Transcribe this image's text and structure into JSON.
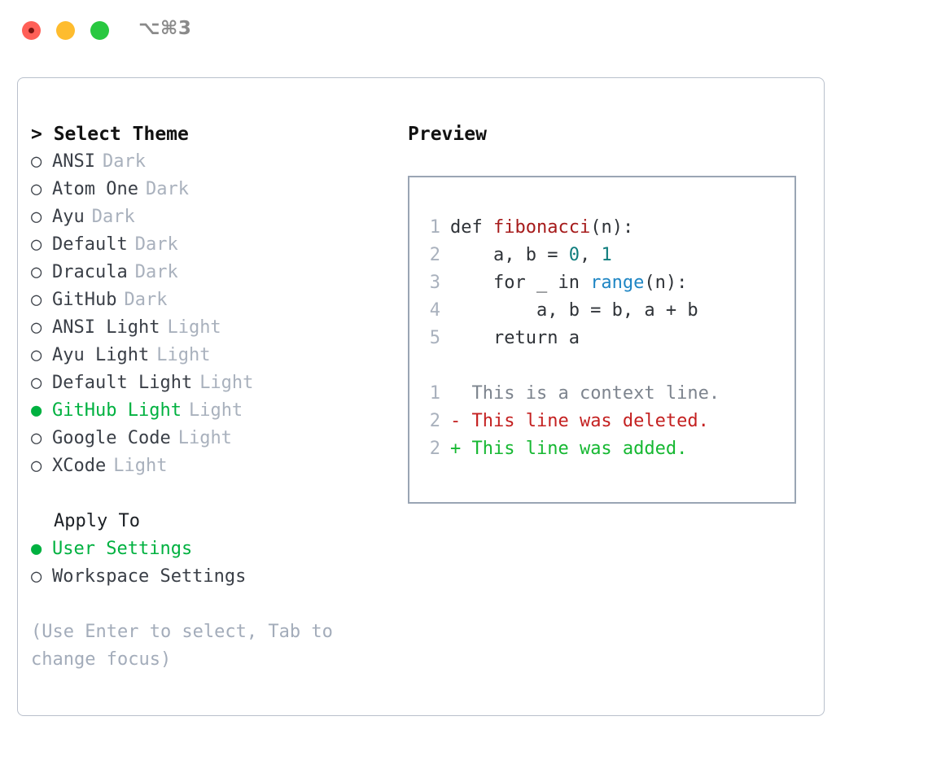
{
  "titlebar": {
    "shortcut": "⌥⌘3",
    "buttons": [
      {
        "name": "close",
        "color": "#ff5f57"
      },
      {
        "name": "minimize",
        "color": "#febc2e"
      },
      {
        "name": "maximize",
        "color": "#28c840"
      }
    ]
  },
  "colors": {
    "selected_green": "#00b140",
    "muted": "#a9b1bd",
    "hint": "#a3acba",
    "panel_border": "#b9c0cc",
    "preview_border": "#9aa5b4",
    "keyword": "#2f3338",
    "function_name": "#a61b1b",
    "number": "#0f7d7d",
    "builtin_call": "#1f86c4",
    "diff_context": "#7d848e",
    "diff_deleted": "#c42121",
    "diff_added": "#16b832"
  },
  "left": {
    "heading": "> Select Theme",
    "selected_marker": "●",
    "unselected_marker": "○",
    "themes": [
      {
        "name": "ANSI",
        "variant": "Dark",
        "selected": false
      },
      {
        "name": "Atom One",
        "variant": "Dark",
        "selected": false
      },
      {
        "name": "Ayu",
        "variant": "Dark",
        "selected": false
      },
      {
        "name": "Default",
        "variant": "Dark",
        "selected": false
      },
      {
        "name": "Dracula",
        "variant": "Dark",
        "selected": false
      },
      {
        "name": "GitHub",
        "variant": "Dark",
        "selected": false
      },
      {
        "name": "ANSI Light",
        "variant": "Light",
        "selected": false
      },
      {
        "name": "Ayu Light",
        "variant": "Light",
        "selected": false
      },
      {
        "name": "Default Light",
        "variant": "Light",
        "selected": false
      },
      {
        "name": "GitHub Light",
        "variant": "Light",
        "selected": true
      },
      {
        "name": "Google Code",
        "variant": "Light",
        "selected": false
      },
      {
        "name": "XCode",
        "variant": "Light",
        "selected": false
      }
    ],
    "apply_to": {
      "title": "Apply To",
      "options": [
        {
          "name": "User Settings",
          "selected": true
        },
        {
          "name": "Workspace Settings",
          "selected": false
        }
      ]
    },
    "hint": "(Use Enter to select, Tab to change focus)"
  },
  "right": {
    "heading": "Preview",
    "code_lines": [
      {
        "number": "1",
        "tokens": [
          {
            "text": "def ",
            "kind": "plain"
          },
          {
            "text": "fibonacci",
            "kind": "fn"
          },
          {
            "text": "(n):",
            "kind": "plain"
          }
        ]
      },
      {
        "number": "2",
        "tokens": [
          {
            "text": "    a, b = ",
            "kind": "plain"
          },
          {
            "text": "0",
            "kind": "num"
          },
          {
            "text": ", ",
            "kind": "plain"
          },
          {
            "text": "1",
            "kind": "num"
          }
        ]
      },
      {
        "number": "3",
        "tokens": [
          {
            "text": "    for _ in ",
            "kind": "plain"
          },
          {
            "text": "range",
            "kind": "call"
          },
          {
            "text": "(n):",
            "kind": "plain"
          }
        ]
      },
      {
        "number": "4",
        "tokens": [
          {
            "text": "        a, b = b, a + b",
            "kind": "plain"
          }
        ]
      },
      {
        "number": "5",
        "tokens": [
          {
            "text": "    return a",
            "kind": "plain"
          }
        ]
      }
    ],
    "diff_lines": [
      {
        "number": "1",
        "marker": " ",
        "text": " This is a context line.",
        "kind": "ctx"
      },
      {
        "number": "2",
        "marker": "-",
        "text": " This line was deleted.",
        "kind": "del"
      },
      {
        "number": "2",
        "marker": "+",
        "text": " This line was added.",
        "kind": "add"
      }
    ]
  }
}
